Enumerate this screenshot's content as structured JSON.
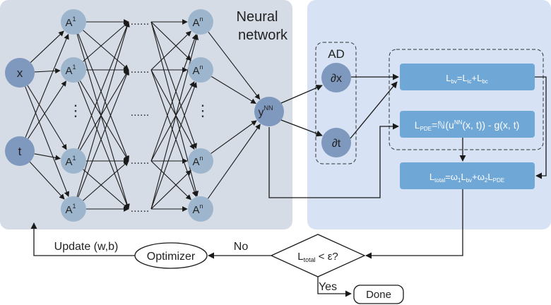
{
  "panels": {
    "neural": {
      "title_line1": "Neural",
      "title_line2": "network"
    },
    "ad": {
      "title": "AD"
    }
  },
  "inputs": [
    "x",
    "t"
  ],
  "layer_first": {
    "nodes": [
      "A",
      "A",
      "A",
      "A"
    ],
    "sup": [
      "1",
      "1",
      "1",
      "1"
    ],
    "dots": "⋮"
  },
  "layer_last": {
    "nodes": [
      "A",
      "A",
      "A",
      "A"
    ],
    "sup": [
      "n",
      "n",
      "n",
      "n"
    ],
    "dots": "⋮"
  },
  "hidden_ellipsis": "......",
  "output": {
    "base": "y",
    "sup": "NN"
  },
  "ad_nodes": [
    "∂x",
    "∂t"
  ],
  "loss_boxes": {
    "bv": {
      "l": "L",
      "sub": "bv",
      "rest": "=L",
      "sub2": "ic",
      "rest2": "+L",
      "sub3": "bc"
    },
    "pde": {
      "l": "L",
      "sub": "PDE",
      "rest": "=ℕ(u",
      "sup": "NN",
      "rest2": "(x, t)) - g(x, t)"
    },
    "total": {
      "l": "L",
      "sub": "total",
      "rest": "=ω",
      "sub2": "1",
      "rest2": "L",
      "sub3": "bv",
      "rest3": "+ω",
      "sub4": "2",
      "rest4": "L",
      "sub5": "PDE"
    }
  },
  "decision": {
    "l": "L",
    "sub": "total",
    "rest": " < ε?"
  },
  "optimizer": "Optimizer",
  "done": "Done",
  "labels": {
    "no": "No",
    "yes": "Yes",
    "update": "Update (w,b)"
  },
  "colors": {
    "panel_left": "#d6dce6",
    "panel_right": "#d7e3f4",
    "node": "#9db6cd",
    "node_dark": "#7f98bd",
    "box": "#6fa7d6",
    "line": "#1a1a1a"
  }
}
